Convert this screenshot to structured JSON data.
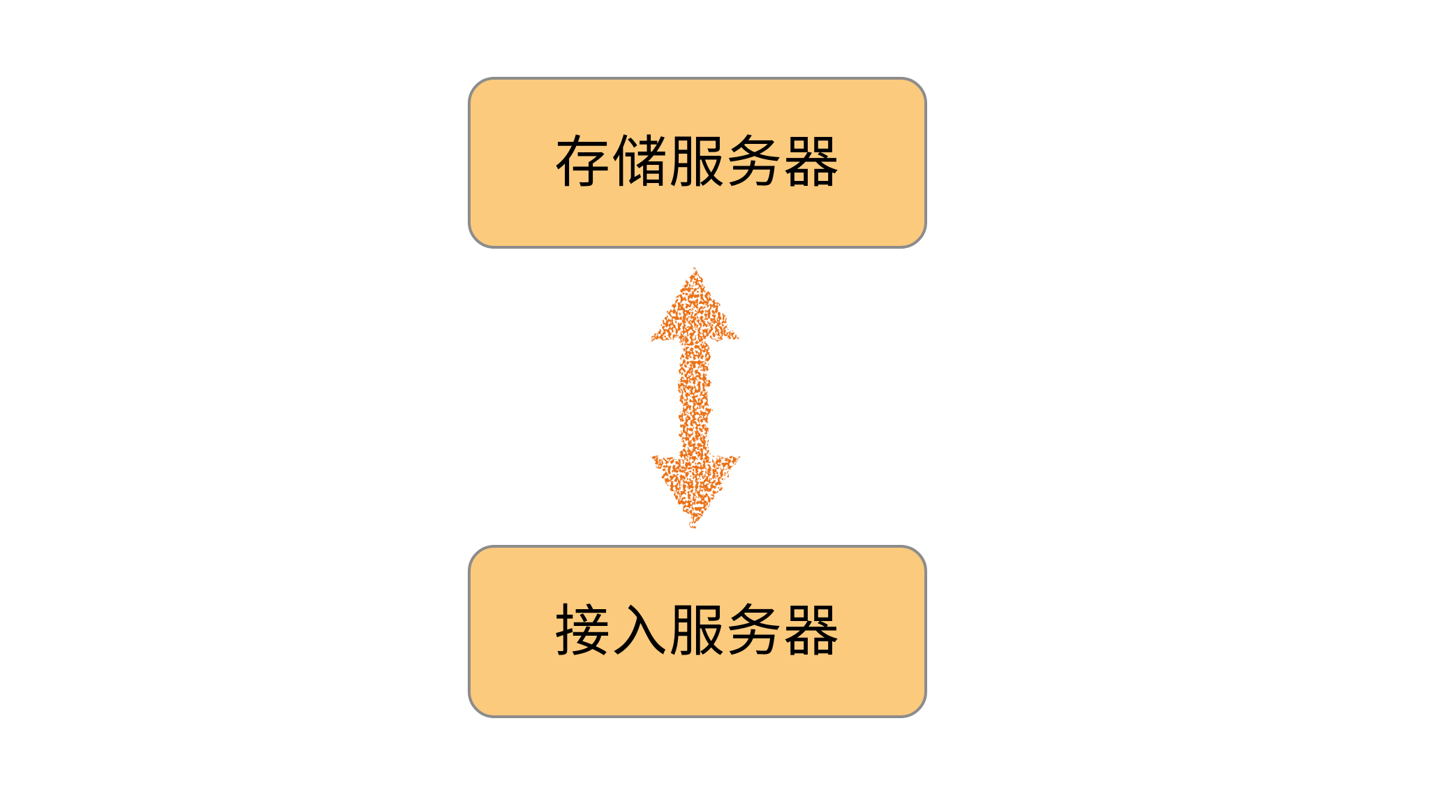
{
  "diagram": {
    "background_color": "#FFFFFF",
    "nodes": [
      {
        "id": "storage-server",
        "label": "存储服务器",
        "fill_color": "#FBCA7D",
        "border_color": "#8C8C8C",
        "text_color": "#000000",
        "position": "top"
      },
      {
        "id": "access-server",
        "label": "接入服务器",
        "fill_color": "#FBCA7D",
        "border_color": "#8C8C8C",
        "text_color": "#000000",
        "position": "bottom"
      }
    ],
    "connector": {
      "type": "vertical-double-arrow",
      "style": "hand-drawn-crayon",
      "color": "#EB7113",
      "from": "storage-server",
      "to": "access-server"
    }
  }
}
